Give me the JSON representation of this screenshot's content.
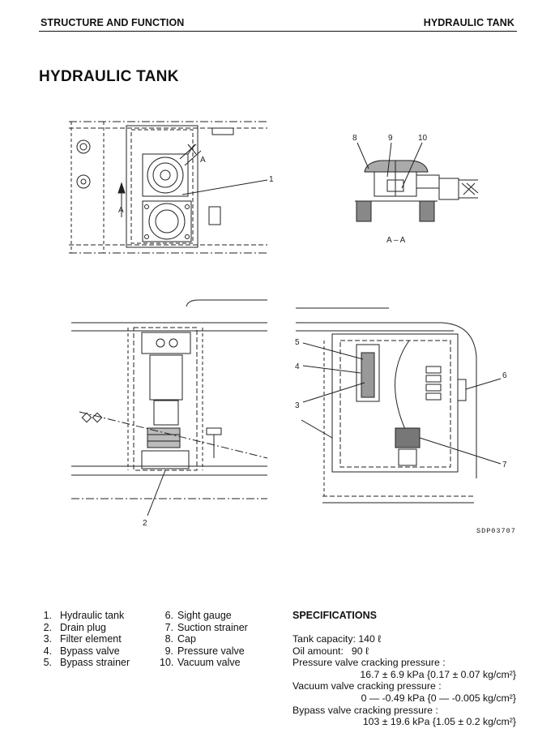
{
  "header": {
    "left": "STRUCTURE AND FUNCTION",
    "right": "HYDRAULIC TANK"
  },
  "title": "HYDRAULIC TANK",
  "figure": {
    "ref": "SDP03707",
    "section_label": "A – A",
    "view_marker": "A",
    "callouts": [
      "1",
      "2",
      "3",
      "4",
      "5",
      "6",
      "7",
      "8",
      "9",
      "10"
    ]
  },
  "parts": [
    {
      "num": "1.",
      "label": "Hydraulic tank"
    },
    {
      "num": "2.",
      "label": "Drain plug"
    },
    {
      "num": "3.",
      "label": "Filter element"
    },
    {
      "num": "4.",
      "label": "Bypass valve"
    },
    {
      "num": "5.",
      "label": "Bypass strainer"
    },
    {
      "num": "6.",
      "label": "Sight gauge"
    },
    {
      "num": "7.",
      "label": "Suction strainer"
    },
    {
      "num": "8.",
      "label": "Cap"
    },
    {
      "num": "9.",
      "label": "Pressure valve"
    },
    {
      "num": "10.",
      "label": "Vacuum valve"
    }
  ],
  "specs": {
    "title": "SPECIFICATIONS",
    "tank_capacity_label": "Tank capacity:",
    "tank_capacity_value": "140 ℓ",
    "oil_amount_label": "Oil amount:",
    "oil_amount_value": "90 ℓ",
    "pressure_label": "Pressure valve cracking pressure :",
    "pressure_value": "16.7 ± 6.9 kPa {0.17 ± 0.07 kg/cm²}",
    "vacuum_label": "Vacuum valve cracking pressure :",
    "vacuum_value": "0 — -0.49 kPa {0 — -0.005 kg/cm²}",
    "bypass_label": "Bypass valve cracking pressure :",
    "bypass_value": "103 ± 19.6 kPa {1.05 ± 0.2 kg/cm²}"
  }
}
